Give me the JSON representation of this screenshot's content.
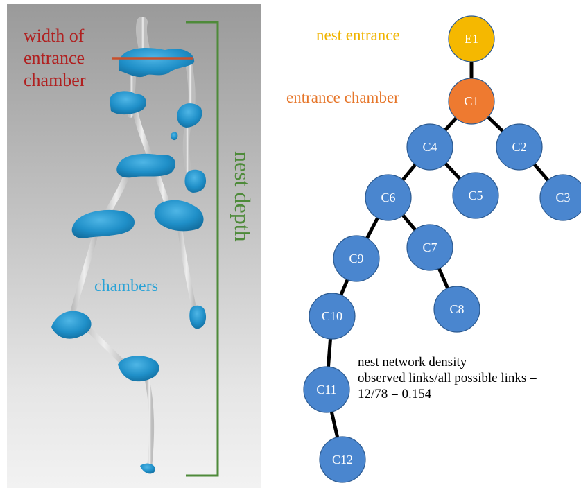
{
  "scan": {
    "width_label": "width of\nentrance\nchamber",
    "chambers_label": "chambers",
    "depth_label": "nest depth",
    "colors": {
      "width": "#b02020",
      "chambers": "#2aa2d6",
      "depth": "#4e8a3a",
      "tunnel": "#cfcfcf"
    }
  },
  "graph": {
    "entrance_label": "nest entrance",
    "chamber_label": "entrance chamber",
    "colors": {
      "entrance": "#f5b800",
      "entrance_chamber": "#ee7a30",
      "chamber": "#4a86cf",
      "edge": "#000000"
    },
    "nodes": [
      {
        "id": "E1",
        "label": "E1",
        "kind": "entrance"
      },
      {
        "id": "C1",
        "label": "C1",
        "kind": "entrance_chamber"
      },
      {
        "id": "C4",
        "label": "C4",
        "kind": "chamber"
      },
      {
        "id": "C2",
        "label": "C2",
        "kind": "chamber"
      },
      {
        "id": "C6",
        "label": "C6",
        "kind": "chamber"
      },
      {
        "id": "C5",
        "label": "C5",
        "kind": "chamber"
      },
      {
        "id": "C3",
        "label": "C3",
        "kind": "chamber"
      },
      {
        "id": "C9",
        "label": "C9",
        "kind": "chamber"
      },
      {
        "id": "C7",
        "label": "C7",
        "kind": "chamber"
      },
      {
        "id": "C10",
        "label": "C10",
        "kind": "chamber"
      },
      {
        "id": "C8",
        "label": "C8",
        "kind": "chamber"
      },
      {
        "id": "C11",
        "label": "C11",
        "kind": "chamber"
      },
      {
        "id": "C12",
        "label": "C12",
        "kind": "chamber"
      }
    ],
    "edges": [
      [
        "E1",
        "C1"
      ],
      [
        "C1",
        "C4"
      ],
      [
        "C1",
        "C2"
      ],
      [
        "C4",
        "C6"
      ],
      [
        "C4",
        "C5"
      ],
      [
        "C2",
        "C3"
      ],
      [
        "C6",
        "C9"
      ],
      [
        "C6",
        "C7"
      ],
      [
        "C7",
        "C8"
      ],
      [
        "C9",
        "C10"
      ],
      [
        "C10",
        "C11"
      ],
      [
        "C11",
        "C12"
      ]
    ]
  },
  "density": {
    "line1": "nest network density =",
    "line2": "observed links/all possible links =",
    "line3": "12/78 = 0.154"
  }
}
